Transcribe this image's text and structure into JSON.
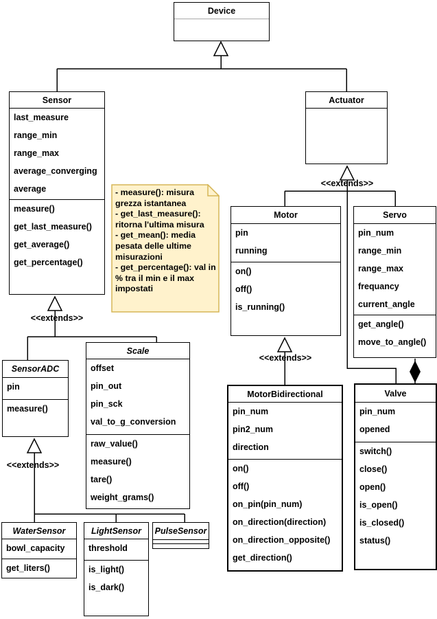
{
  "diagram_type": "uml-class-diagram",
  "colors": {
    "box_bg": "#FFFFFF",
    "box_border": "#000000",
    "line": "#000000",
    "note_bg": "#FFF2CC",
    "note_border": "#D6B656"
  },
  "labels": {
    "extends_sensor": "<<extends>>",
    "extends_sensor_adc": "<<extends>>",
    "extends_actuator": "<<extends>>",
    "extends_motor": "<<extends>>"
  },
  "note": {
    "lines": [
      "- measure(): misura grezza istantanea",
      "- get_last_measure(): ritorna l'ultima misura",
      "- get_mean(): media pesata delle ultime misurazioni",
      "- get_percentage(): val in % tra il min e il max impostati"
    ]
  },
  "classes": {
    "device": {
      "name": "Device",
      "attributes": [],
      "methods": []
    },
    "sensor": {
      "name": "Sensor",
      "attributes": [
        "last_measure",
        "range_min",
        "range_max",
        "average_converging",
        "average"
      ],
      "methods": [
        "measure()",
        "get_last_measure()",
        "get_average()",
        "get_percentage()"
      ]
    },
    "actuator": {
      "name": "Actuator",
      "attributes": [],
      "methods": []
    },
    "motor": {
      "name": "Motor",
      "attributes": [
        "pin",
        "running"
      ],
      "methods": [
        "on()",
        "off()",
        "is_running()"
      ]
    },
    "servo": {
      "name": "Servo",
      "attributes": [
        "pin_num",
        "range_min",
        "range_max",
        "frequancy",
        "current_angle"
      ],
      "methods": [
        "get_angle()",
        "move_to_angle()"
      ]
    },
    "sensor_adc": {
      "name": "SensorADC",
      "attributes": [
        "pin"
      ],
      "methods": [
        "measure()"
      ]
    },
    "scale": {
      "name": "Scale",
      "attributes": [
        "offset",
        "pin_out",
        "pin_sck",
        "val_to_g_conversion"
      ],
      "methods": [
        "raw_value()",
        "measure()",
        "tare()",
        "weight_grams()"
      ]
    },
    "motor_bidirectional": {
      "name": "MotorBidirectional",
      "attributes": [
        "pin_num",
        "pin2_num",
        "direction"
      ],
      "methods": [
        "on()",
        "off()",
        "on_pin(pin_num)",
        "on_direction(direction)",
        "on_direction_opposite()",
        "get_direction()"
      ]
    },
    "valve": {
      "name": "Valve",
      "attributes": [
        "pin_num",
        "opened"
      ],
      "methods": [
        "switch()",
        "close()",
        "open()",
        "is_open()",
        "is_closed()",
        "status()"
      ]
    },
    "water_sensor": {
      "name": "WaterSensor",
      "attributes": [
        "bowl_capacity"
      ],
      "methods": [
        "get_liters()"
      ]
    },
    "light_sensor": {
      "name": "LightSensor",
      "attributes": [
        "threshold"
      ],
      "methods": [
        "is_light()",
        "is_dark()"
      ]
    },
    "pulse_sensor": {
      "name": "PulseSensor",
      "attributes": [],
      "methods": []
    }
  }
}
